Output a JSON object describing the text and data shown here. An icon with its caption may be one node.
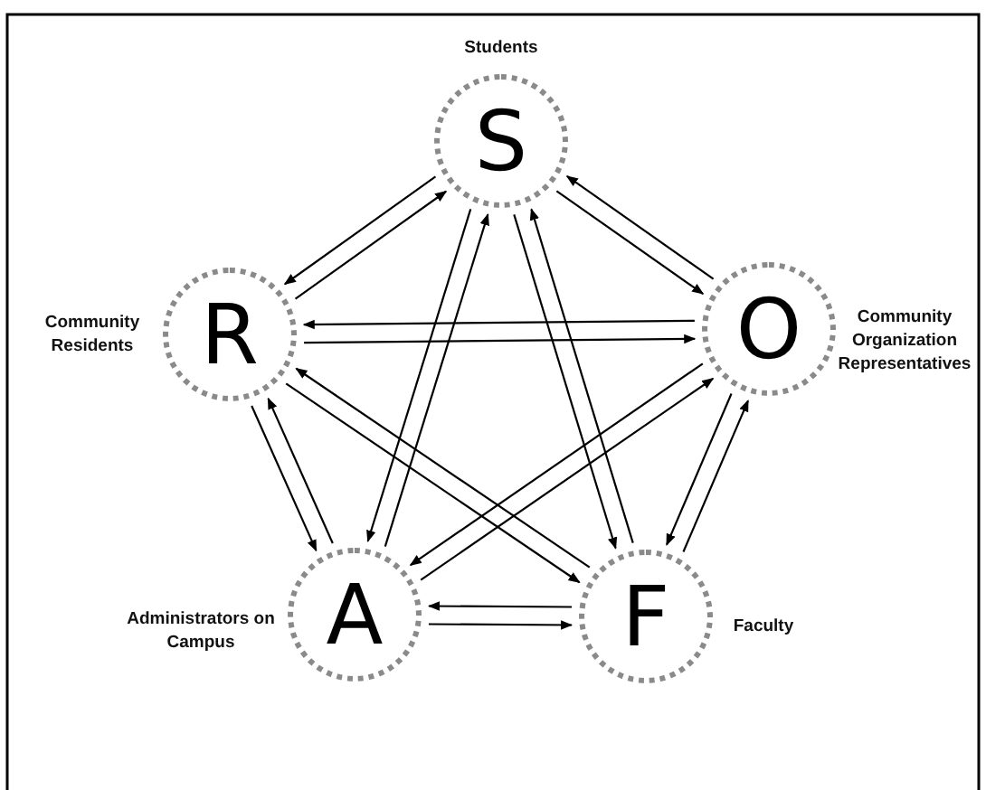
{
  "diagram": {
    "nodes": [
      {
        "text": [
          "S"
        ],
        "beside": [
          "Students"
        ]
      },
      {
        "text": [
          "R"
        ],
        "beside": [
          "Community Residents"
        ]
      },
      {
        "text": [
          "O"
        ],
        "beside": [
          "Community Organization Representatives"
        ]
      },
      {
        "text": [
          "A"
        ],
        "beside": [
          "Administrators on Campus"
        ]
      },
      {
        "text": [
          "F"
        ],
        "beside": [
          "Faculty"
        ]
      }
    ],
    "edges": [
      {
        "from": 0,
        "to": 1,
        "arrow": "to"
      },
      {
        "from": 1,
        "to": 0,
        "arrow": "to"
      },
      {
        "from": 0,
        "to": 2,
        "arrow": "to"
      },
      {
        "from": 2,
        "to": 0,
        "arrow": "to"
      },
      {
        "from": 0,
        "to": 3,
        "arrow": "to"
      },
      {
        "from": 3,
        "to": 0,
        "arrow": "to"
      },
      {
        "from": 0,
        "to": 4,
        "arrow": "to"
      },
      {
        "from": 4,
        "to": 0,
        "arrow": "to"
      },
      {
        "from": 1,
        "to": 2,
        "arrow": "to"
      },
      {
        "from": 2,
        "to": 1,
        "arrow": "to"
      },
      {
        "from": 1,
        "to": 3,
        "arrow": "to"
      },
      {
        "from": 3,
        "to": 1,
        "arrow": "to"
      },
      {
        "from": 1,
        "to": 4,
        "arrow": "to"
      },
      {
        "from": 4,
        "to": 1,
        "arrow": "to"
      },
      {
        "from": 2,
        "to": 3,
        "arrow": "to"
      },
      {
        "from": 3,
        "to": 2,
        "arrow": "to"
      },
      {
        "from": 2,
        "to": 4,
        "arrow": "to"
      },
      {
        "from": 4,
        "to": 2,
        "arrow": "to"
      },
      {
        "from": 3,
        "to": 4,
        "arrow": "to"
      },
      {
        "from": 4,
        "to": 3,
        "arrow": "to"
      }
    ]
  }
}
